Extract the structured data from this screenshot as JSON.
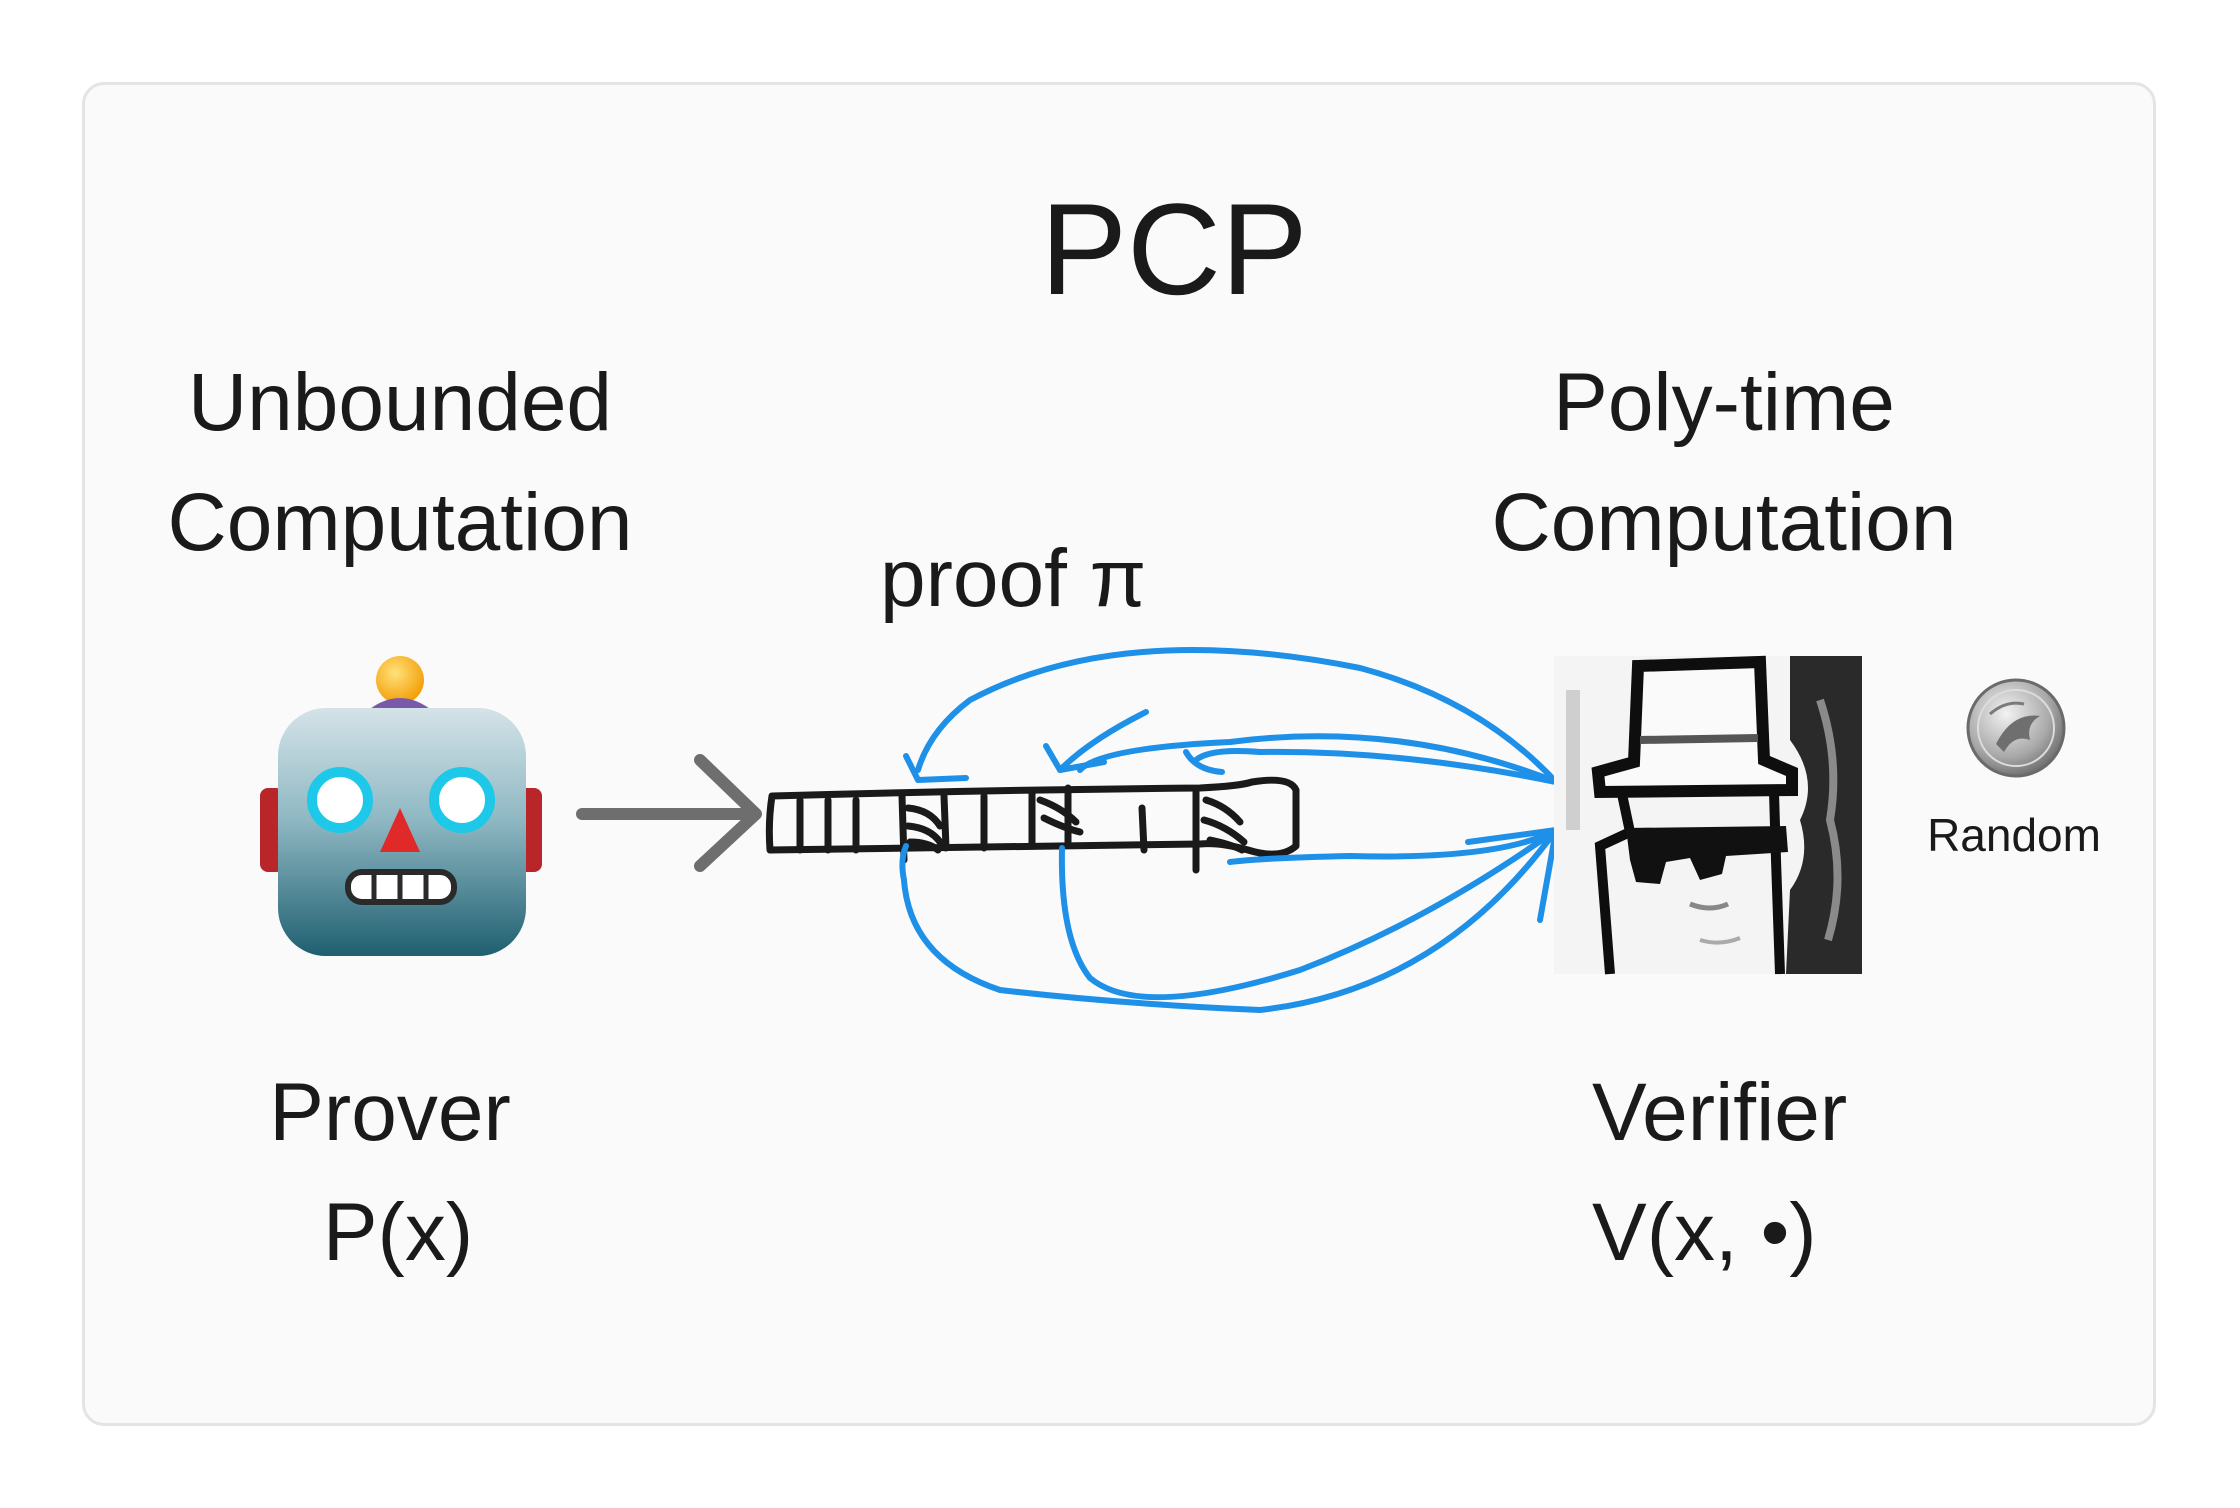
{
  "title": "PCP",
  "prover": {
    "description_line1": "Unbounded",
    "description_line2": "Computation",
    "role": "Prover",
    "notation": "P(x)",
    "icon": "robot-icon"
  },
  "verifier": {
    "description_line1": "Poly-time",
    "description_line2": "Computation",
    "role": "Verifier",
    "notation": "V(x, •)",
    "icon": "detective-portrait-icon"
  },
  "proof": {
    "label": "proof  π"
  },
  "coin": {
    "label": "Random",
    "icon": "coin-icon"
  },
  "colors": {
    "card_background": "#fafafa",
    "query_arrows": "#1e90e8",
    "prover_arrow": "#6e6e6e",
    "tape_ink": "#1a1a1a"
  }
}
